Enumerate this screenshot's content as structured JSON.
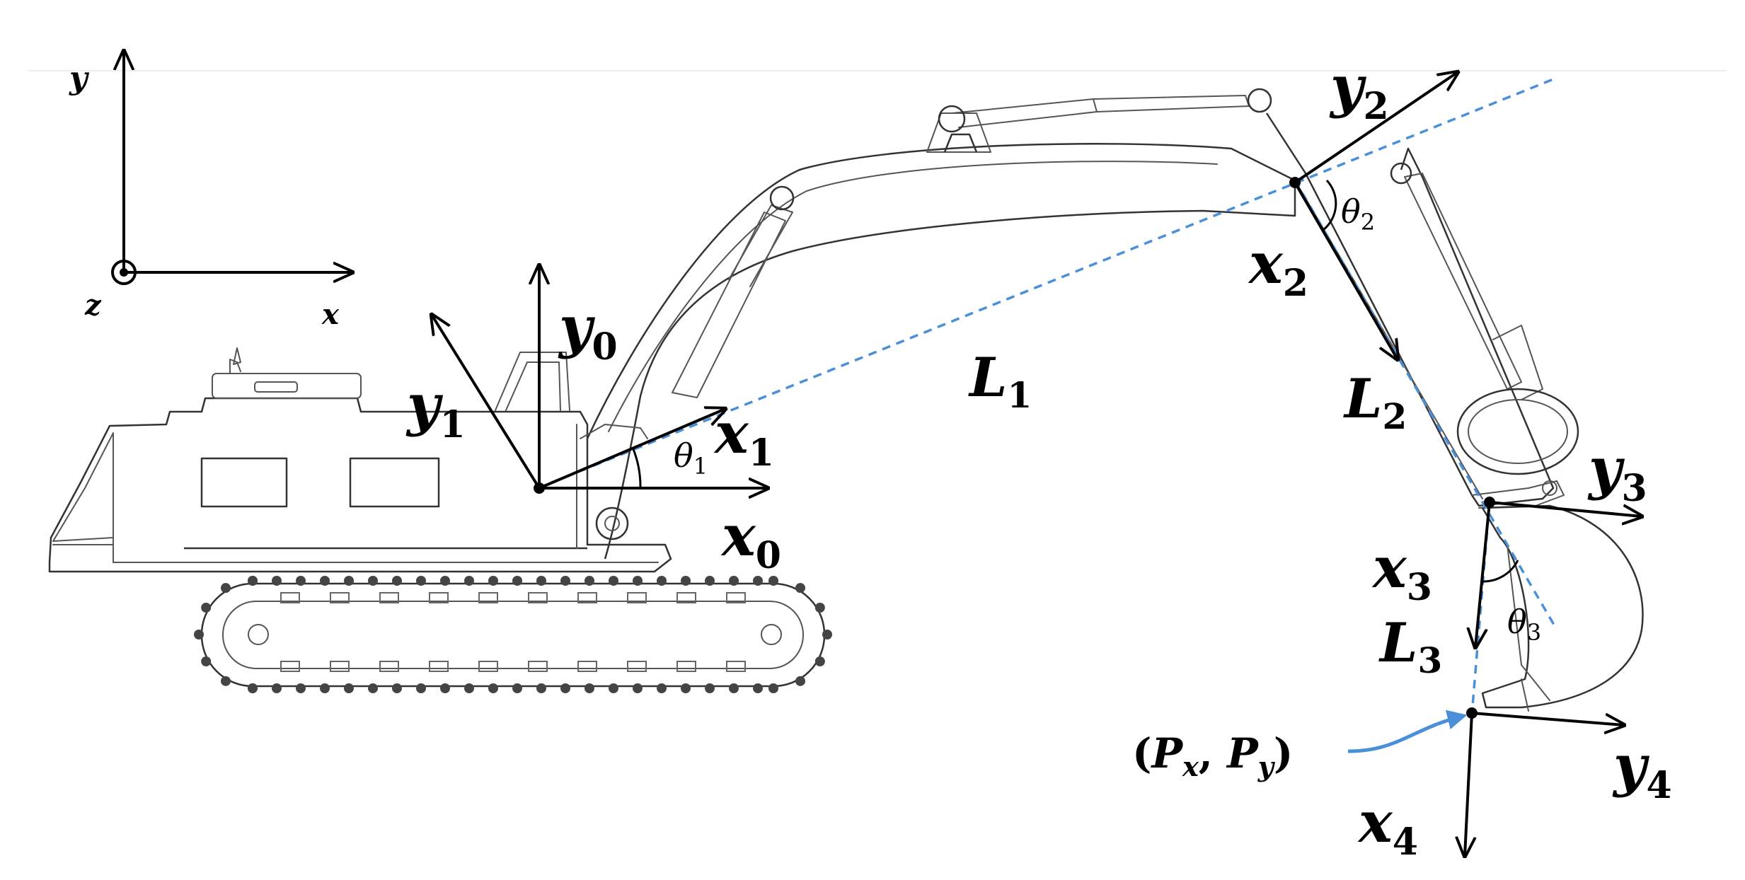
{
  "world_frame": {
    "x": "x",
    "y": "y",
    "z": "z"
  },
  "frames": {
    "x0": {
      "letter": "x",
      "index": "0"
    },
    "y0": {
      "letter": "y",
      "index": "0"
    },
    "x1": {
      "letter": "x",
      "index": "1"
    },
    "y1": {
      "letter": "y",
      "index": "1"
    },
    "x2": {
      "letter": "x",
      "index": "2"
    },
    "y2": {
      "letter": "y",
      "index": "2"
    },
    "x3": {
      "letter": "x",
      "index": "3"
    },
    "y3": {
      "letter": "y",
      "index": "3"
    },
    "x4": {
      "letter": "x",
      "index": "4"
    },
    "y4": {
      "letter": "y",
      "index": "4"
    }
  },
  "links": {
    "L1": {
      "letter": "L",
      "index": "1"
    },
    "L2": {
      "letter": "L",
      "index": "2"
    },
    "L3": {
      "letter": "L",
      "index": "3"
    }
  },
  "angles": {
    "theta1": {
      "letter": "θ",
      "index": "1"
    },
    "theta2": {
      "letter": "θ",
      "index": "2"
    },
    "theta3": {
      "letter": "θ",
      "index": "3"
    }
  },
  "end_point": {
    "open": "(",
    "p": "P",
    "x_sub": "x",
    "comma": ", ",
    "y_sub": "y",
    "close": ")"
  },
  "colors": {
    "axis": "#000000",
    "dashed_link": "#4a90d9",
    "outline": "#555555"
  }
}
